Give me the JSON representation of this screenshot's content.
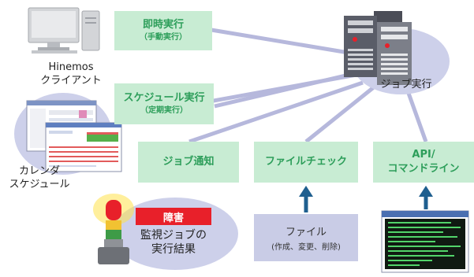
{
  "nodes": {
    "immediate": {
      "line1": "即時実行",
      "line2": "（手動実行）"
    },
    "schedule": {
      "line1": "スケジュール実行",
      "line2": "（定期実行）"
    },
    "job_notify": {
      "line1": "ジョブ通知"
    },
    "file_check": {
      "line1": "ファイルチェック"
    },
    "api": {
      "line1": "API/",
      "line2": "コマンドライン"
    }
  },
  "client": {
    "line1": "Hinemos",
    "line2": "クライアント"
  },
  "server": {
    "label": "ジョブ実行"
  },
  "calendar": {
    "line1": "カレンダ",
    "line2": "スケジュール"
  },
  "monitor": {
    "badge": "障害",
    "line1": "監視ジョブの",
    "line2": "実行結果"
  },
  "file": {
    "line1": "ファイル",
    "line2": "(作成、変更、削除)"
  },
  "colors": {
    "green_box": "#c8ecd3",
    "green_text": "#2d9e5a",
    "ellipse": "#cdd0ea",
    "connector": "#b6b8dc",
    "arrow": "#1f5f8f",
    "fault": "#e8202a"
  }
}
